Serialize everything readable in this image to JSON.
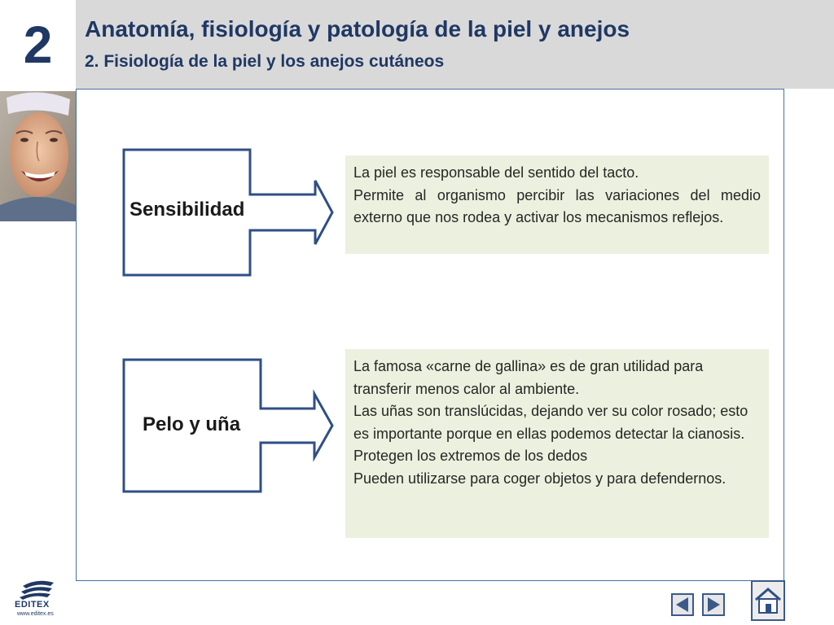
{
  "header": {
    "chapter_number": "2",
    "title": "Anatomía, fisiología y patología de la piel y anejos",
    "subtitle": "2. Fisiología de la piel y los anejos cutáneos"
  },
  "sections": [
    {
      "label": "Sensibilidad",
      "paragraphs": [
        "La piel es responsable del sentido del tacto.",
        "Permite al organismo percibir las variaciones del medio externo que nos rodea y activar los mecanismos reflejos."
      ]
    },
    {
      "label": "Pelo y uña",
      "paragraphs": [
        "La famosa «carne de gallina» es de gran utilidad para transferir menos calor al ambiente.",
        "Las uñas son translúcidas, dejando ver su color rosado; esto es importante porque en ellas podemos detectar la cianosis.",
        "Protegen los extremos de los dedos",
        "Pueden utilizarse para coger objetos y para defendernos."
      ]
    }
  ],
  "footer": {
    "logo_name": "EDITEX",
    "logo_url": "www.editex.es"
  },
  "icons": {
    "prev": "triangle-left-icon",
    "next": "triangle-right-icon",
    "home": "home-icon"
  },
  "colors": {
    "accent": "#1f3864",
    "header_band": "#d9d9d9",
    "text_box_bg": "#ebf1de",
    "arrow_stroke": "#2f4f86"
  }
}
